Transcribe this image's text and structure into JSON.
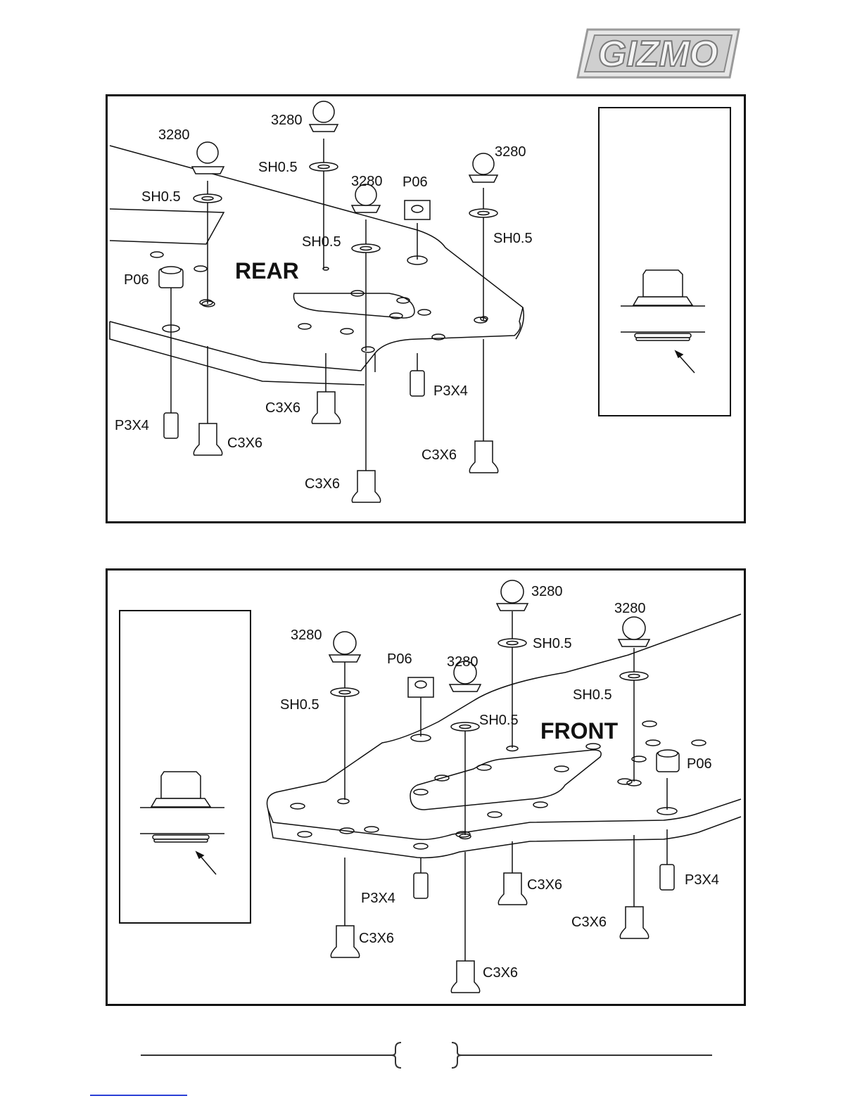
{
  "brand": "GIZMO",
  "rear": {
    "title": "REAR",
    "labels": {
      "ball_a": "3280",
      "ball_b": "3280",
      "ball_c": "3280",
      "ball_d": "3280",
      "shim_a": "SH0.5",
      "shim_b": "SH0.5",
      "shim_c": "SH0.5",
      "shim_d": "SH0.5",
      "nut": "P06",
      "pivot": "P06",
      "pin_a": "P3X4",
      "pin_b": "P3X4",
      "screw_a": "C3X6",
      "screw_b": "C3X6",
      "screw_c": "C3X6",
      "screw_d": "C3X6"
    }
  },
  "front": {
    "title": "FRONT",
    "labels": {
      "ball_a": "3280",
      "ball_b": "3280",
      "ball_c": "3280",
      "ball_d": "3280",
      "shim_a": "SH0.5",
      "shim_b": "SH0.5",
      "shim_c": "SH0.5",
      "shim_d": "SH0.5",
      "nut": "P06",
      "pivot": "P06",
      "pin_a": "P3X4",
      "pin_b": "P3X4",
      "screw_a": "C3X6",
      "screw_b": "C3X6",
      "screw_c": "C3X6",
      "screw_d": "C3X6"
    }
  },
  "footer": {
    "page_number": ""
  }
}
